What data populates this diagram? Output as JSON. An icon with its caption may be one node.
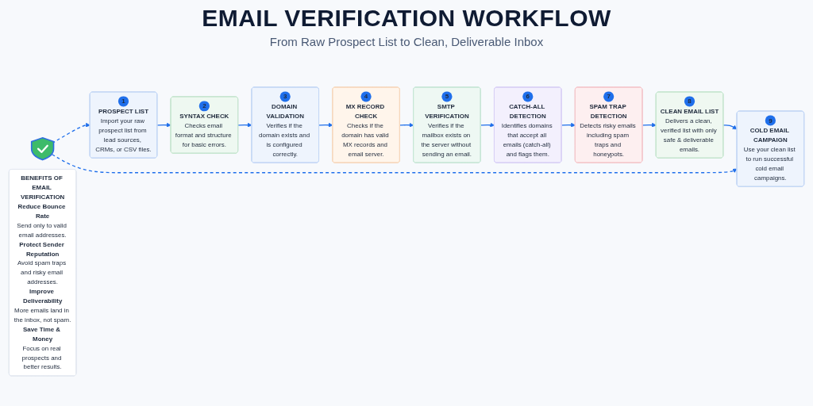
{
  "diagram": {
    "title": "EMAIL VERIFICATION WORKFLOW",
    "nodes": [
      {
        "text": [
          "1",
          "PROSPECT LIST",
          "Import your raw prospect list from lead sources, CRMs, or CSV files."
        ]
      },
      {
        "text": [
          "2",
          "SYNTAX CHECK",
          "Checks email format and structure for basic errors."
        ]
      },
      {
        "text": [
          "3",
          "DOMAIN VALIDATION",
          "Verifies if the domain exists and is configured correctly."
        ]
      },
      {
        "text": [
          "4",
          "MX RECORD CHECK",
          "Checks if the domain has valid MX records and email server."
        ]
      },
      {
        "text": [
          "5",
          "SMTP VERIFICATION",
          "Verifies if the mailbox exists on the server without sending an email."
        ]
      },
      {
        "text": [
          "6",
          "CATCH-ALL DETECTION",
          "Identifies domains that accept all emails (catch-all) and flags them."
        ]
      },
      {
        "text": [
          "7",
          "SPAM TRAP DETECTION",
          "Detects risky emails including spam traps and honeypots."
        ]
      },
      {
        "text": [
          "8",
          "CLEAN EMAIL LIST",
          "Delivers a clean, verified list with only safe & deliverable emails."
        ]
      },
      {
        "text": [
          "9",
          "COLD EMAIL CAMPAIGN",
          "Use your clean list to run successful cold email campaigns."
        ]
      },
      {
        "text": [],
        "shape": "shield"
      },
      {
        "text": [
          "BENEFITS OF EMAIL VERIFICATION",
          "Reduce Bounce Rate",
          "Send only to valid email addresses.",
          "Protect Sender Reputation",
          "Avoid spam traps and risky email addresses.",
          "Improve Deliverability",
          "More emails land in the inbox, not spam.",
          "Save Time & Money",
          "Focus on real prospects and better results."
        ]
      }
    ],
    "edges": [
      {
        "from": 0,
        "to": 1,
        "arrow": "to"
      },
      {
        "from": 1,
        "to": 2,
        "arrow": "to"
      },
      {
        "from": 2,
        "to": 3,
        "arrow": "to"
      },
      {
        "from": 3,
        "to": 4,
        "arrow": "to"
      },
      {
        "from": 4,
        "to": 5,
        "arrow": "to"
      },
      {
        "from": 5,
        "to": 6,
        "arrow": "to"
      },
      {
        "from": 6,
        "to": 7,
        "arrow": "to"
      },
      {
        "from": 7,
        "to": 8,
        "arrow": "to"
      },
      {
        "from": 9,
        "to": 0,
        "arrow": "to",
        "style": "dashed"
      },
      {
        "from": 9,
        "to": 8,
        "arrow": "to",
        "style": "dashed"
      }
    ],
    "labels": [
      "From Raw Prospect List to Clean, Deliverable Inbox"
    ]
  }
}
